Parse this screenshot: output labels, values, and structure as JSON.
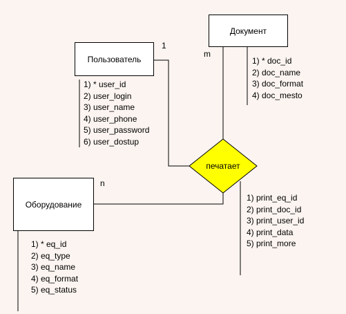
{
  "entities": {
    "user": {
      "name": "Пользователь",
      "cardinality": "1",
      "attributes": [
        "1) *   user_id",
        "2)  user_login",
        "3)  user_name",
        "4)  user_phone",
        "5)  user_password",
        "6)  user_dostup"
      ]
    },
    "document": {
      "name": "Документ",
      "cardinality": "m",
      "attributes": [
        "1) *   doc_id",
        "2)  doc_name",
        "3)  doc_format",
        "4)  doc_mesto"
      ]
    },
    "equipment": {
      "name": "Оборудование",
      "cardinality": "n",
      "attributes": [
        "1) *   eq_id",
        "2)  eq_type",
        "3)  eq_name",
        "4)  eq_format",
        "5)  eq_status"
      ]
    }
  },
  "relationship": {
    "name": "печатает",
    "fill": "#ffff00",
    "attributes": [
      "1)  print_eq_id",
      "2)  print_doc_id",
      "3)  print_user_id",
      "4)  print_data",
      "5)  print_more"
    ]
  },
  "colors": {
    "background": "#fbf4f0",
    "line": "#000000",
    "box_fill": "#ffffff"
  }
}
